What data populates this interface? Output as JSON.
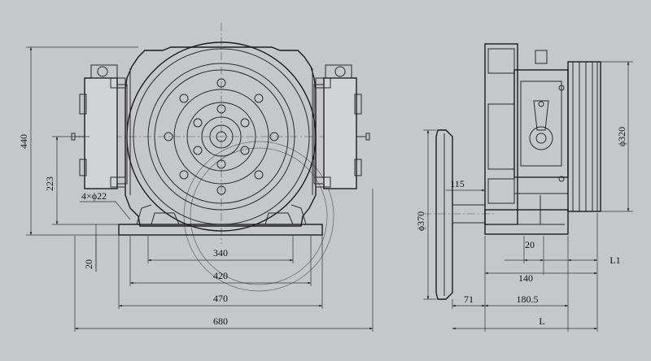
{
  "front_view": {
    "height_overall": "440",
    "height_center": "223",
    "base_thickness": "20",
    "bolt_holes": "4×ϕ22",
    "width_340": "340",
    "width_420": "420",
    "width_470": "470",
    "width_680": "680"
  },
  "side_view": {
    "sheave_diameter": "ϕ320",
    "hand_wheel_diameter": "ϕ370",
    "offset_115": "115",
    "dim_20": "20",
    "dim_140": "140",
    "dim_180_5": "180.5",
    "dim_71": "71",
    "overall_length": "L",
    "dim_L1": "L1"
  }
}
